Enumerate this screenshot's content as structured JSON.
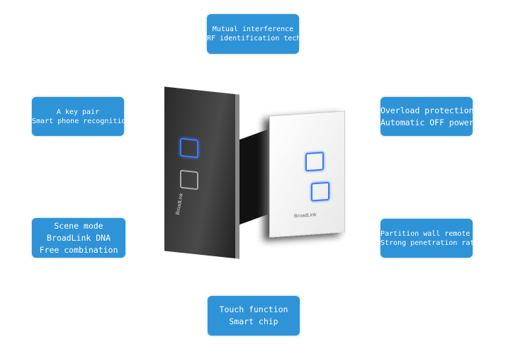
{
  "features": {
    "top": [
      "Mutual interference",
      "RF identification technolog"
    ],
    "left_top": [
      "A key pair",
      "Smart phone recognition"
    ],
    "right_top": [
      "Overload protection",
      "Automatic OFF power"
    ],
    "left_bottom": [
      "Scene mode",
      "BroadLink DNA",
      "Free combination"
    ],
    "right_bottom": [
      "Partition wall remote contro",
      "Strong penetration rate"
    ],
    "bottom": [
      "Touch function",
      "Smart chip"
    ]
  },
  "brand": "BroadLink",
  "colors": {
    "box": "#2f93d8",
    "led": "#3a7bff"
  }
}
